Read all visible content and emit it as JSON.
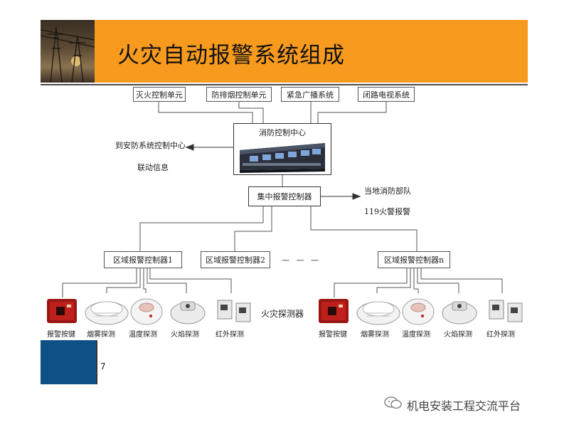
{
  "title": "火灾自动报警系统组成",
  "top_units": [
    "灭火控制单元",
    "防排烟控制单元",
    "紧急广播系统",
    "闭路电视系统"
  ],
  "control_center": "消防控制中心",
  "left_link": {
    "line1": "到安防系统控制中心",
    "line2": "联动信息"
  },
  "central_controller": "集中报警控制器",
  "right_link": {
    "line1": "当地消防部队",
    "line2": "119火警报警"
  },
  "zone_controllers": [
    "区域报警控制器1",
    "区域报警控制器2",
    "区域报警控制器n"
  ],
  "zone_ellipsis": "— — —",
  "detectors_label": "火灾探测器",
  "detectors_left": [
    "报警按键",
    "烟雾探测",
    "温度探测",
    "火焰探测",
    "红外探测"
  ],
  "detectors_right": [
    "报警按键",
    "烟雾探测",
    "温度探测",
    "火焰探测",
    "红外探测"
  ],
  "page_number": "7",
  "watermark": "机电安装工程交流平台",
  "colors": {
    "header": "#f79a1e",
    "footer_block": "#0f5186",
    "button_red": "#c0201c"
  }
}
